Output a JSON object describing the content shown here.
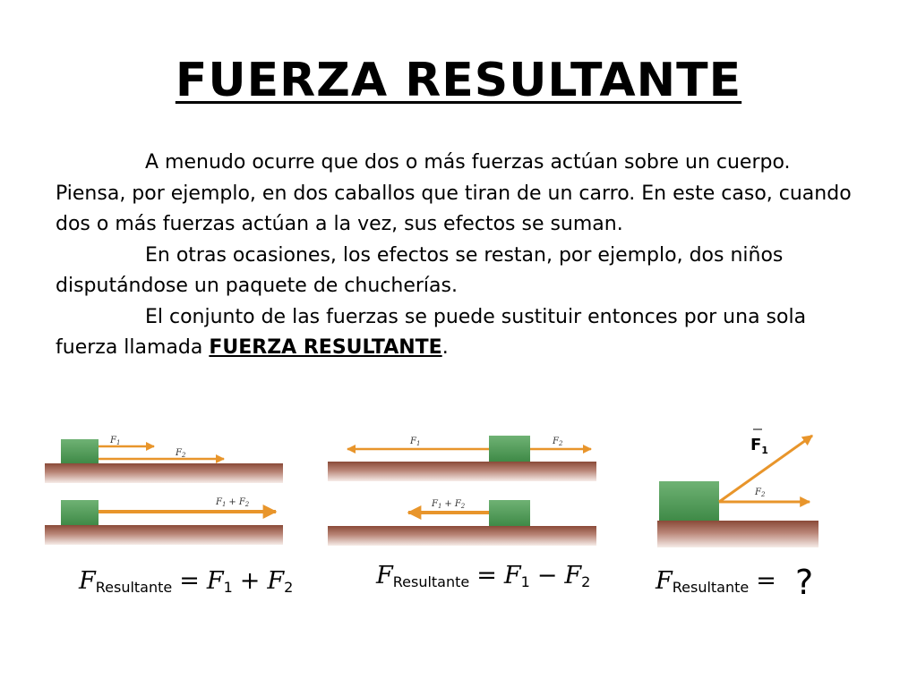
{
  "title": "FUERZA RESULTANTE",
  "paragraphs": {
    "p1": "A menudo ocurre que dos o más fuerzas actúan sobre un cuerpo. Piensa, por ejemplo, en dos caballos que tiran de un carro. En este caso, cuando dos o más fuerzas actúan a la vez, sus efectos se suman.",
    "p2": "En otras ocasiones, los efectos se restan, por ejemplo, dos niños disputándose un paquete de chucherías.",
    "p3_before": "El conjunto de las fuerzas se puede sustituir entonces por una sola fuerza llamada ",
    "p3_emph": "FUERZA RESULTANTE",
    "p3_after": "."
  },
  "diagram_labels": {
    "F": "F",
    "sub1": "1",
    "sub2": "2",
    "plus": "+",
    "resultante": "Resultante",
    "equals": "=",
    "minus": "−",
    "question": "?"
  },
  "colors": {
    "block": "#4f9a55",
    "ground_top": "#8a4a38",
    "ground_bottom": "#f4e6e0",
    "arrow": "#e8952b"
  }
}
